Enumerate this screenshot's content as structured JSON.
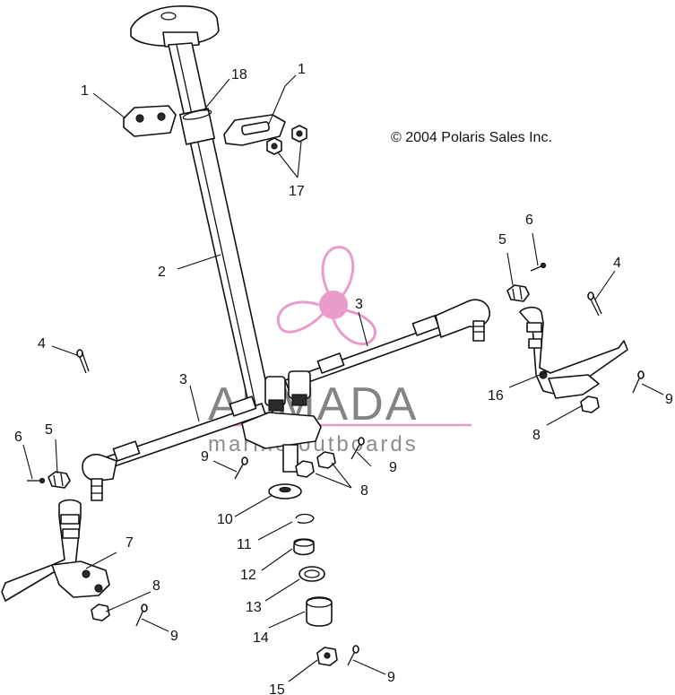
{
  "copyright": "© 2004 Polaris Sales Inc.",
  "watermark": {
    "brand": "ARMADA",
    "tagline": "marine outboards",
    "accent_color": "#e48bc0",
    "icon": "propeller-logo-icon"
  },
  "callouts": [
    "1",
    "18",
    "1",
    "17",
    "2",
    "3",
    "3",
    "4",
    "4",
    "5",
    "5",
    "6",
    "6",
    "7",
    "8",
    "8",
    "8",
    "9",
    "9",
    "9",
    "9",
    "9",
    "10",
    "11",
    "12",
    "13",
    "14",
    "15",
    "16"
  ]
}
